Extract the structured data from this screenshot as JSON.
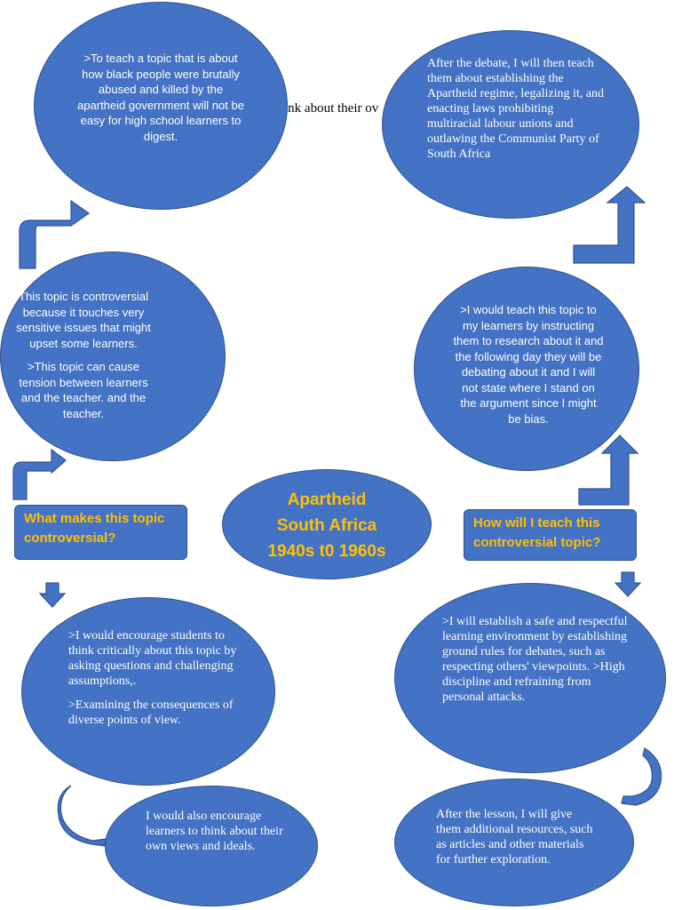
{
  "stray_text": "ink about their ov",
  "nodes": {
    "top_left": ">To teach a topic that is about how black people were brutally abused and killed by the apartheid government will not be easy for high school learners to digest.",
    "top_right": "After the debate, I will then teach them about establishing the Apartheid regime, legalizing it, and enacting laws prohibiting multiracial labour unions and outlawing the Communist Party of South Africa",
    "mid_left_p1": "This topic is controversial because it touches very sensitive issues that might upset some learners.",
    "mid_left_p2": ">This topic can cause tension between learners and the teacher. and the teacher.",
    "mid_right": ">I would teach this topic to my learners by instructing them to research about it and the following day they will be debating about it and I will not state where I stand on the argument since I might be bias.",
    "center_line1": "Apartheid",
    "center_line2": "South Africa",
    "center_line3": "1940s t0 1960s",
    "bottom_left_p1": ">I would encourage students to think critically about this topic by asking questions and challenging assumptions,.",
    "bottom_left_p2": ">Examining the consequences of diverse points of view.",
    "bottom_right": ">I will establish a safe and respectful learning environment by establishing ground rules for debates, such as respecting others' viewpoints. >High discipline and refraining from personal attacks.",
    "small_left": "I would also encourage learners to think about their own views and ideals.",
    "small_right": "After the lesson, I will give them additional resources, such as articles and other materials for further exploration."
  },
  "labels": {
    "left_question": "What makes this topic controversial?",
    "right_question": "How will I teach this controversial topic?"
  },
  "colors": {
    "node_fill": "#4472c4",
    "node_border": "#2f528f",
    "title_text": "#ffc000"
  }
}
